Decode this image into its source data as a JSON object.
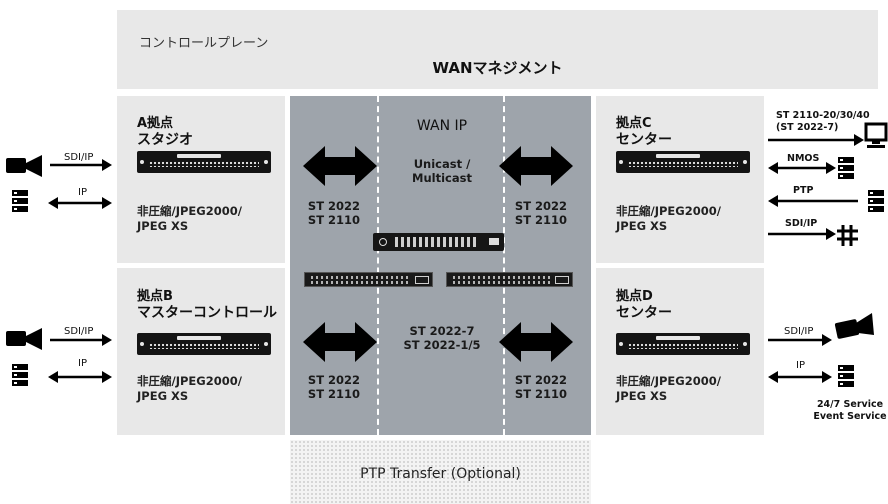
{
  "control": {
    "label": "コントロールプレーン",
    "title": "WANマネジメント"
  },
  "wan": {
    "title": "WAN IP",
    "cast": [
      "Unicast /",
      "Multicast"
    ],
    "st_pair": [
      "ST 2022",
      "ST 2110"
    ],
    "st_mid": [
      "ST 2022-7",
      "ST 2022-1/5"
    ]
  },
  "ptp": {
    "label": "PTP Transfer (Optional)"
  },
  "sites": {
    "a": {
      "line1": "A拠点",
      "line2": "スタジオ",
      "codec": [
        "非圧縮/JPEG2000/",
        "JPEG XS"
      ]
    },
    "b": {
      "line1": "拠点B",
      "line2": "マスターコントロール",
      "codec": [
        "非圧縮/JPEG2000/",
        "JPEG XS"
      ]
    },
    "c": {
      "line1": "拠点C",
      "line2": "センター",
      "codec": [
        "非圧縮/JPEG2000/",
        "JPEG XS"
      ]
    },
    "d": {
      "line1": "拠点D",
      "line2": "センター",
      "codec": [
        "非圧縮/JPEG2000/",
        "JPEG XS"
      ]
    }
  },
  "edges": {
    "sdi_ip": "SDI/IP",
    "ip": "IP",
    "nmos": "NMOS",
    "ptp": "PTP",
    "st2110": [
      "ST 2110-20/30/40",
      "(ST 2022-7)"
    ],
    "services": [
      "24/7 Service",
      "Event Service"
    ]
  },
  "colors": {
    "panel": "#e8e8e8",
    "wan_core": "#9ea4ab",
    "arrow": "#000000"
  }
}
